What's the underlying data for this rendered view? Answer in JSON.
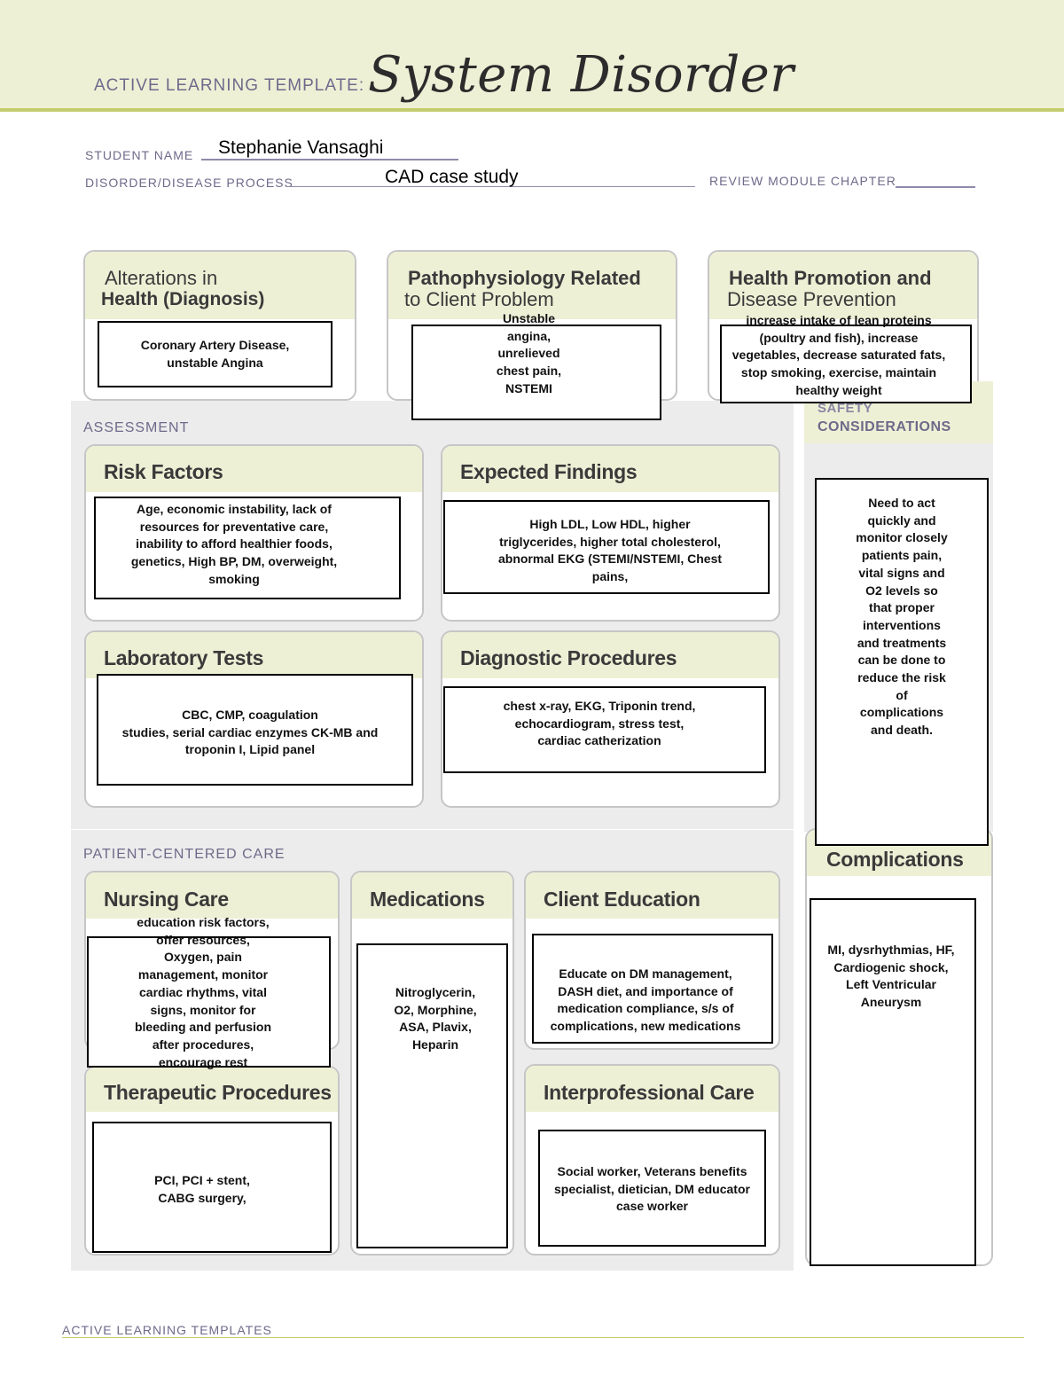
{
  "header": {
    "template_label": "ACTIVE LEARNING TEMPLATE:",
    "template_title": "System Disorder"
  },
  "fields": {
    "student_name_label": "STUDENT NAME",
    "student_name": "Stephanie Vansaghi",
    "disorder_label": "DISORDER/DISEASE PROCESS",
    "disorder": "CAD case study",
    "review_label": "REVIEW MODULE CHAPTER"
  },
  "top_cards": {
    "alterations": {
      "title_line1": "Alterations in",
      "title_line2": "Health (Diagnosis)",
      "content": "Coronary Artery Disease,\nunstable Angina"
    },
    "pathophysiology": {
      "title_line1": "Pathophysiology Related",
      "title_line2": "to Client Problem",
      "content": "Unstable\nangina,\nunrelieved\nchest pain,\nNSTEMI"
    },
    "health_promotion": {
      "title_line1": "Health Promotion and",
      "title_line2": "Disease Prevention",
      "content": "increase intake of lean proteins\n(poultry and fish), increase\nvegetables, decrease saturated fats,\nstop smoking, exercise, maintain\nhealthy weight"
    }
  },
  "assessment": {
    "section_label": "ASSESSMENT",
    "risk_factors": {
      "title": "Risk Factors",
      "content": "Age, economic instability, lack of\nresources for preventative care,\ninability to afford healthier foods,\ngenetics, High BP, DM, overweight,\nsmoking"
    },
    "expected_findings": {
      "title": "Expected Findings",
      "content": "High LDL, Low HDL, higher\ntriglycerides, higher total cholesterol,\nabnormal EKG (STEMI/NSTEMI, Chest\npains,"
    },
    "laboratory_tests": {
      "title": "Laboratory Tests",
      "content": "CBC, CMP, coagulation\nstudies, serial cardiac enzymes CK-MB and\ntroponin I, Lipid panel"
    },
    "diagnostic_procedures": {
      "title": "Diagnostic Procedures",
      "content": "chest x-ray, EKG, Triponin trend,\nechocardiogram, stress test,\ncardiac catherization"
    }
  },
  "safety": {
    "title_line1": "SAFETY",
    "title_line2": "CONSIDERATIONS",
    "content": "Need to act\nquickly and\nmonitor closely\npatients pain,\nvital signs and\nO2 levels so\nthat proper\ninterventions\nand treatments\ncan be done to\nreduce the risk\nof\ncomplications\nand death."
  },
  "complications": {
    "title": "Complications",
    "content": "MI, dysrhythmias, HF,\nCardiogenic shock,\nLeft Ventricular\nAneurysm"
  },
  "patient_centered_care": {
    "section_label": "PATIENT-CENTERED CARE",
    "nursing_care": {
      "title": "Nursing Care",
      "content": "education risk factors,\noffer resources,\nOxygen, pain\nmanagement, monitor\ncardiac rhythms, vital\nsigns, monitor for\nbleeding and perfusion\nafter procedures,\nencourage rest"
    },
    "medications": {
      "title": "Medications",
      "content": "Nitroglycerin,\nO2, Morphine,\nASA, Plavix,\nHeparin"
    },
    "client_education": {
      "title": "Client Education",
      "content": "Educate on DM management,\nDASH diet, and importance of\nmedication compliance, s/s of\ncomplications, new medications"
    },
    "therapeutic_procedures": {
      "title": "Therapeutic Procedures",
      "content": "PCI, PCI + stent,\nCABG surgery,"
    },
    "interprofessional_care": {
      "title": "Interprofessional Care",
      "content": "Social worker, Veterans benefits\nspecialist, dietician, DM educator\ncase worker"
    }
  },
  "footer": {
    "label": "ACTIVE LEARNING TEMPLATES"
  },
  "colors": {
    "header_band": "#eef0d6",
    "accent_line": "#c4cc6e",
    "label_purple": "#6e6a8a",
    "section_gray": "#ececec"
  }
}
